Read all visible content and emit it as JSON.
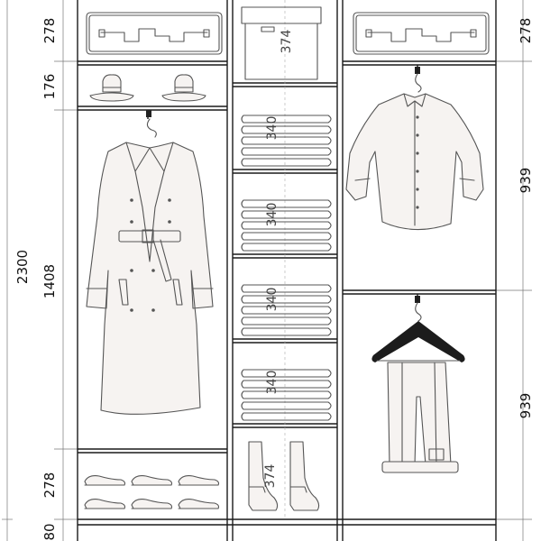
{
  "dimensions": {
    "total_height": "2300",
    "left_column": [
      "278",
      "176",
      "1408",
      "278",
      "80"
    ],
    "right_column": [
      "278",
      "939",
      "939"
    ]
  },
  "middle_column": {
    "box_label": "374",
    "shelf_labels": [
      "340",
      "340",
      "340",
      "340"
    ],
    "boots_label": "374"
  },
  "icons": {
    "suitcase_left": "suitcase-icon",
    "suitcase_right": "suitcase-icon",
    "hats": "hat-icon",
    "coat": "trench-coat-icon",
    "shoes": "shoes-icon",
    "shirt": "shirt-icon",
    "trousers": "trousers-on-hanger-icon",
    "boots": "boots-icon",
    "storage_box": "storage-box-icon",
    "folded_clothes": "folded-clothes-icon"
  }
}
